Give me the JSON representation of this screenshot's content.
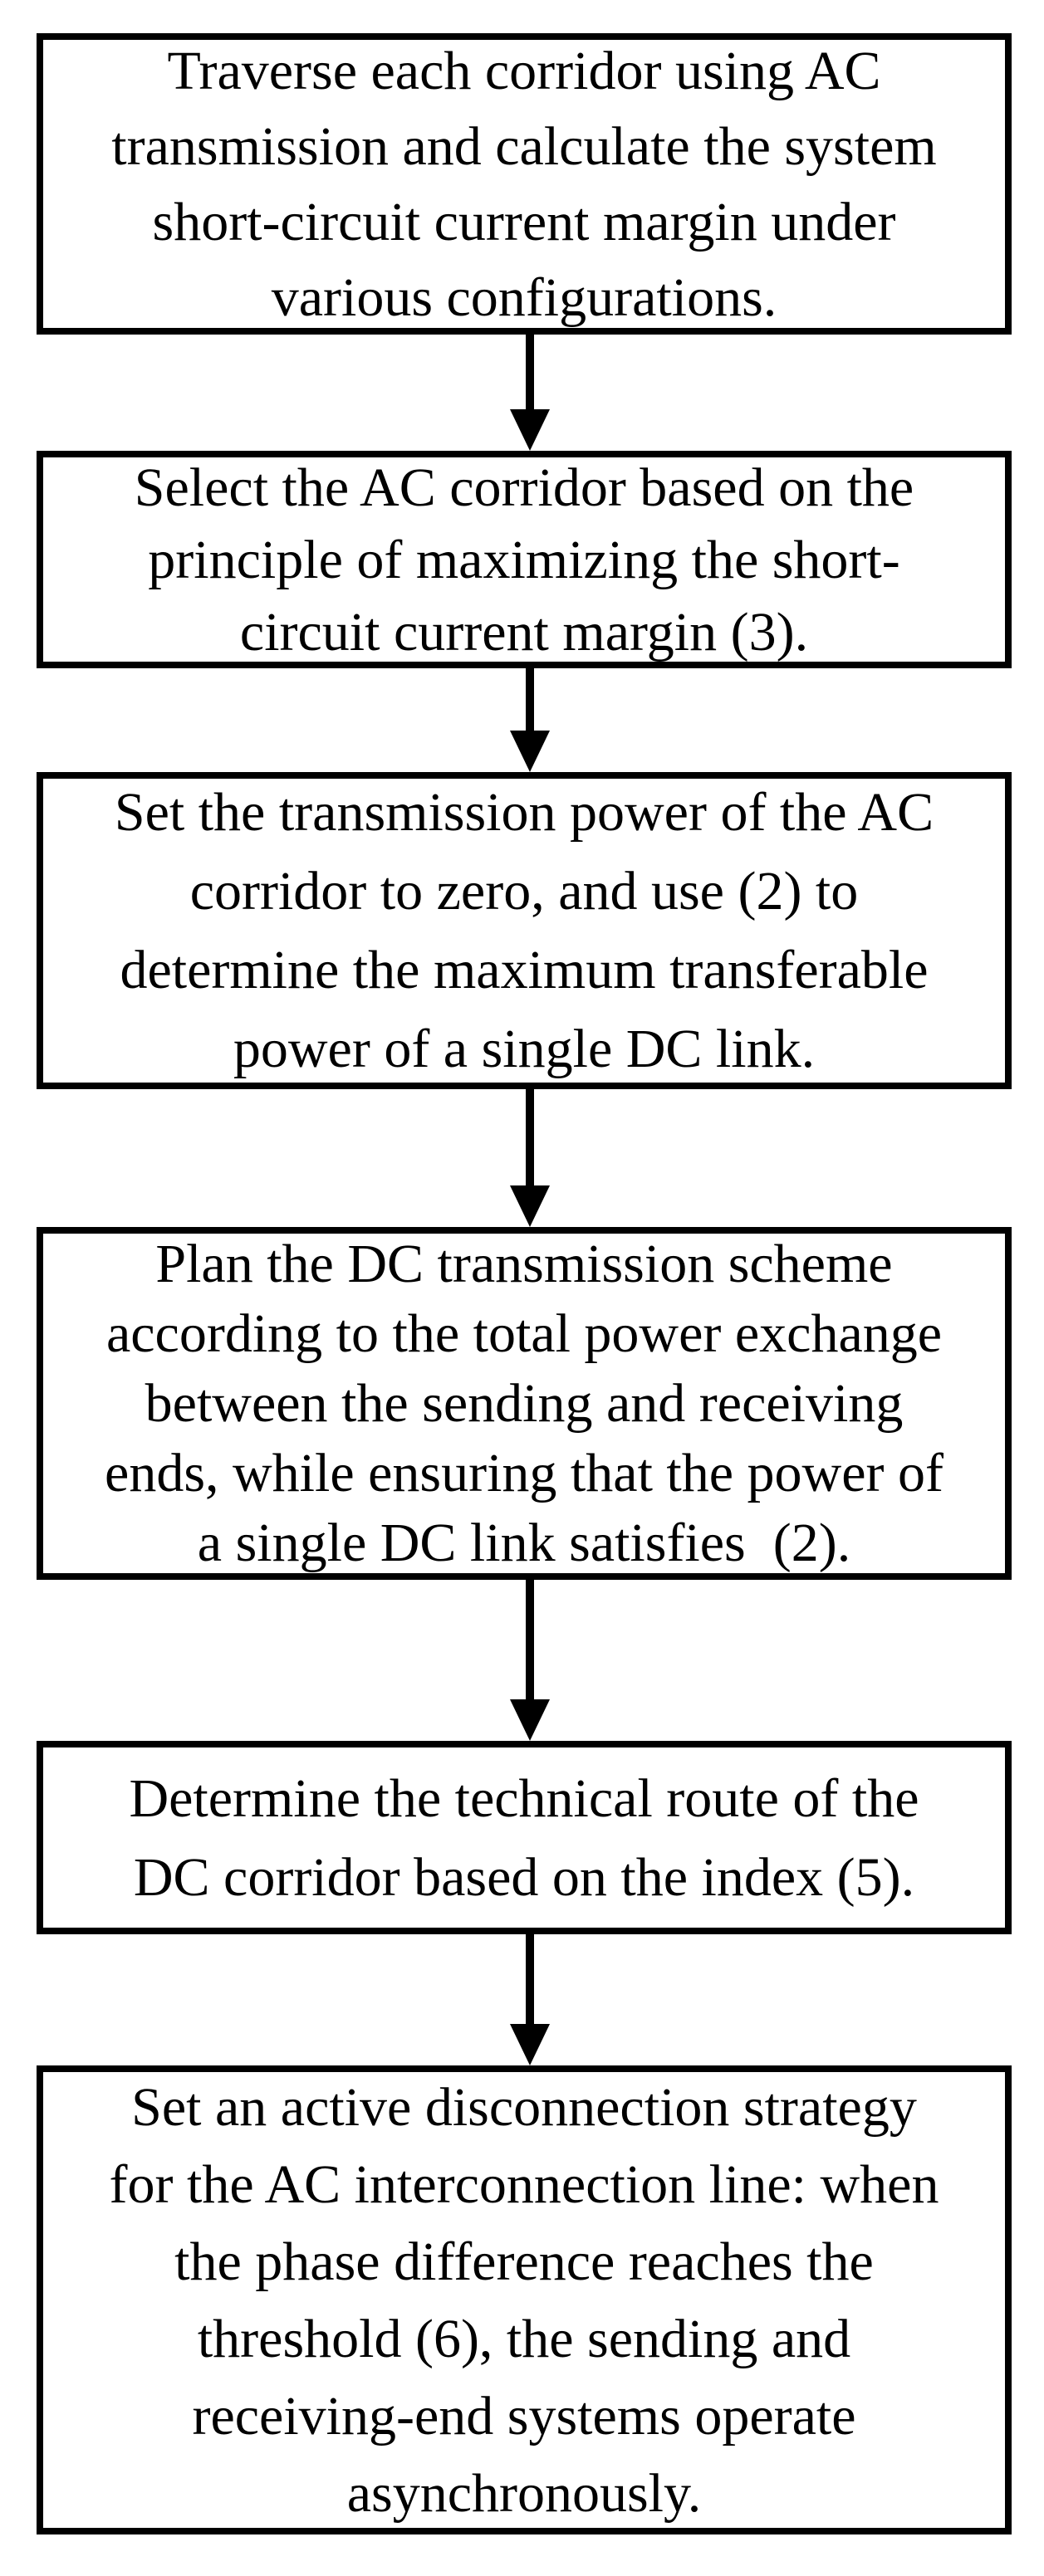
{
  "diagram": {
    "type": "flowchart",
    "direction": "top-down",
    "step_count": 6,
    "connectors": [
      {
        "from": 1,
        "to": 2,
        "style": "solid-arrow-down"
      },
      {
        "from": 2,
        "to": 3,
        "style": "solid-arrow-down"
      },
      {
        "from": 3,
        "to": 4,
        "style": "solid-arrow-down"
      },
      {
        "from": 4,
        "to": 5,
        "style": "solid-arrow-down"
      },
      {
        "from": 5,
        "to": 6,
        "style": "solid-arrow-down"
      }
    ]
  },
  "colors": {
    "ink": "#000000",
    "background": "#ffffff"
  },
  "steps": [
    {
      "lines": [
        "Traverse each corridor using AC",
        "transmission and calculate the system",
        "short-circuit current margin under",
        "various configurations."
      ]
    },
    {
      "lines": [
        "Select the AC corridor based on the",
        "principle of maximizing the short-",
        "circuit current margin (3)."
      ]
    },
    {
      "lines": [
        "Set the transmission power of the AC",
        "corridor to zero, and use (2) to",
        "determine the maximum transferable",
        "power of a single DC link."
      ]
    },
    {
      "lines": [
        "Plan the DC transmission scheme",
        "according to the total power exchange",
        "between the sending and receiving",
        "ends, while ensuring that the power of",
        "a single DC link satisfies  (2)."
      ]
    },
    {
      "lines": [
        "Determine the technical route of the",
        "DC corridor based on the index (5)."
      ]
    },
    {
      "lines": [
        "Set an active disconnection strategy",
        "for the AC interconnection line: when",
        "the phase difference reaches the",
        "threshold (6), the sending and",
        "receiving-end systems operate",
        "asynchronously."
      ]
    }
  ]
}
